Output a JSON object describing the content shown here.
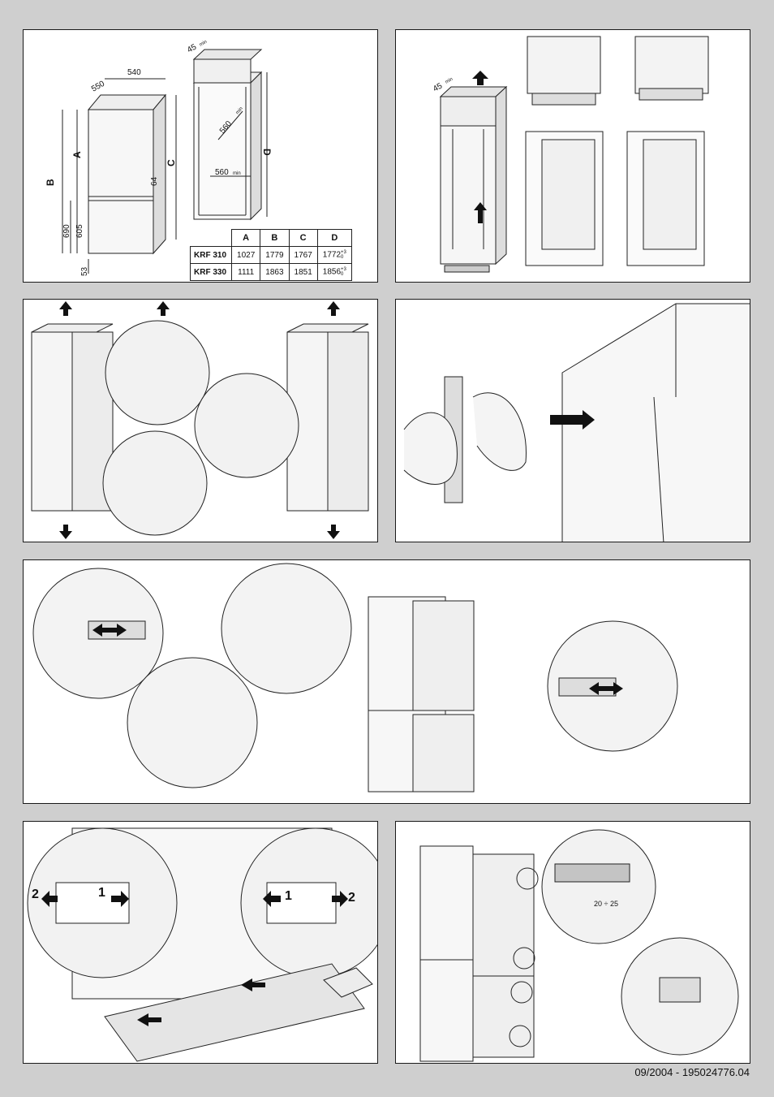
{
  "panel1": {
    "labels": {
      "gap_top": "45",
      "gap_top_unit": "min",
      "width": "540",
      "depth": "550",
      "niche_depth": "560",
      "niche_depth_unit": "min",
      "niche_width": "560",
      "niche_width_unit": "min",
      "dim_a": "A",
      "dim_b": "B",
      "dim_c": "C",
      "dim_d": "D",
      "h_690": "690",
      "h_605": "605",
      "h_64": "64",
      "h_53": "53"
    },
    "table": {
      "headers": [
        "A",
        "B",
        "C",
        "D"
      ],
      "rows": [
        {
          "model": "KRF 310",
          "a": "1027",
          "b": "1779",
          "c": "1767",
          "d": "1772",
          "d_sup": "+3",
          "d_sub": "0"
        },
        {
          "model": "KRF 330",
          "a": "1111",
          "b": "1863",
          "c": "1851",
          "d": "1856",
          "d_sup": "+3",
          "d_sub": "0"
        }
      ]
    }
  },
  "panel2": {
    "labels": {
      "gap_top": "45",
      "gap_top_unit": "min"
    }
  },
  "panel8": {
    "labels": {
      "step1_left": "1",
      "step2_left": "2",
      "step1_right": "1",
      "step2_right": "2"
    }
  },
  "panel9": {
    "labels": {
      "range": "20 ÷ 25"
    }
  },
  "footer": {
    "text": "09/2004  -  195024776.04"
  }
}
